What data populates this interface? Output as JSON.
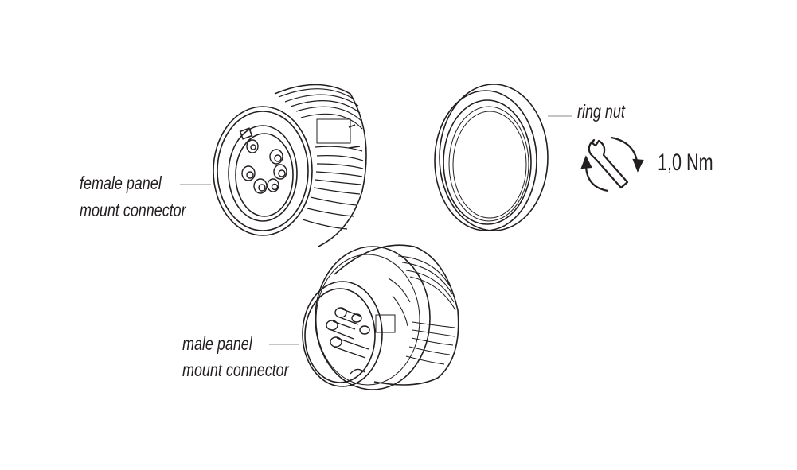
{
  "labels": {
    "female_line1": "female panel",
    "female_line2": "mount connector",
    "ring_nut": "ring nut",
    "male_line1": "male panel",
    "male_line2": "mount connector",
    "torque": "1,0 Nm"
  },
  "icons": [
    "wrench-icon",
    "rotate-arrows-icon"
  ],
  "colors": {
    "line": "#231f20",
    "leader": "#888888"
  }
}
